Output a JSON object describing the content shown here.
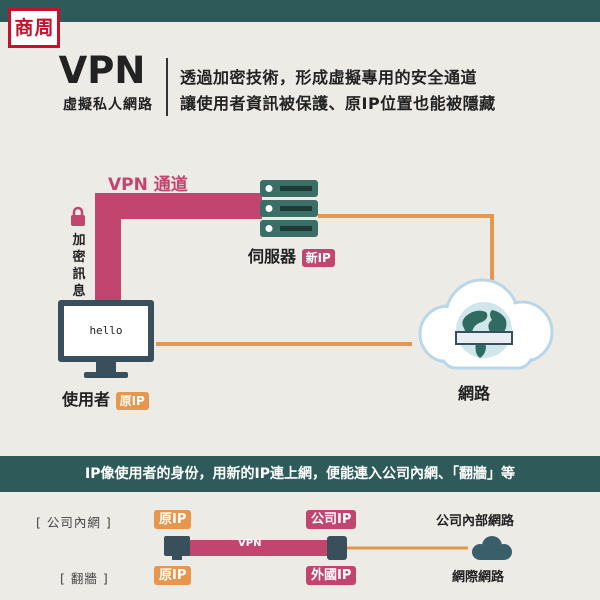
{
  "logo": {
    "chars": [
      "商",
      "周"
    ]
  },
  "header": {
    "title": "VPN",
    "subtitle": "虛擬私人網路",
    "description_line1": "透過加密技術，形成虛擬專用的安全通道",
    "description_line2": "讓使用者資訊被保護、原IP位置也能被隱藏"
  },
  "diagram": {
    "tunnel_label": "VPN 通道",
    "encrypted_label": "加密訊息",
    "monitor_text": "hello",
    "server_label": "伺服器",
    "server_tag": "新IP",
    "user_label": "使用者",
    "user_tag": "原IP",
    "network_label": "網路"
  },
  "bottom": {
    "heading": "IP像使用者的身份，用新的IP連上網，便能連入公司內網、「翻牆」等",
    "row1": {
      "label": "[ 公司內網 ]",
      "src_tag": "原IP",
      "mid_tag": "公司IP",
      "dest": "公司內部網路"
    },
    "row2": {
      "label": "[ 翻牆 ]",
      "src_tag": "原IP",
      "mid_tag": "外國IP",
      "dest": "網際網路"
    },
    "tunnel_text": "VPN"
  },
  "colors": {
    "tunnel": "#c2456f",
    "link": "#e6964d",
    "dark_teal": "#2e5a5a",
    "server": "#3c6e68",
    "background": "#ecebe6"
  }
}
